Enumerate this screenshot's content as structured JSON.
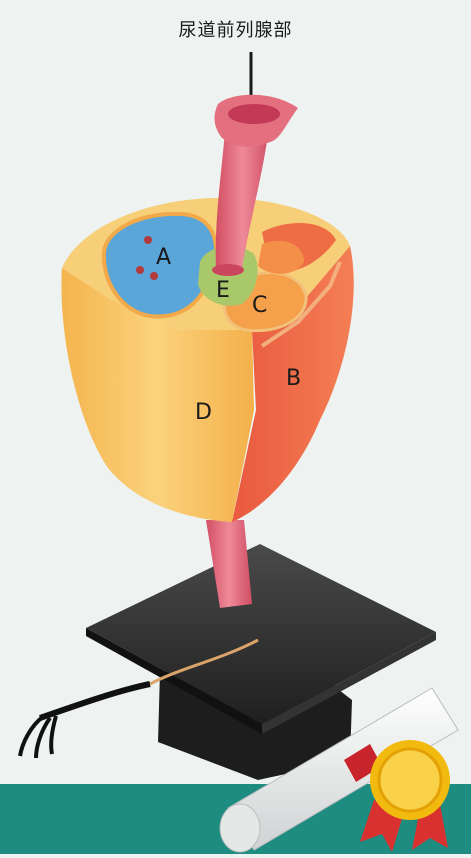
{
  "title": "尿道前列腺部",
  "regions": {
    "a": "A",
    "b": "B",
    "c": "C",
    "d": "D",
    "e": "E"
  },
  "colors": {
    "background": "#eef3f2",
    "floor": "#1e8c80",
    "zone_a": "#5ba6d8",
    "zone_b": "#e4553d",
    "zone_c": "#f5a04a",
    "zone_d": "#f7c663",
    "zone_e": "#a8c86a",
    "urethra": "#e0677a",
    "cap": "#2e2e2e"
  }
}
